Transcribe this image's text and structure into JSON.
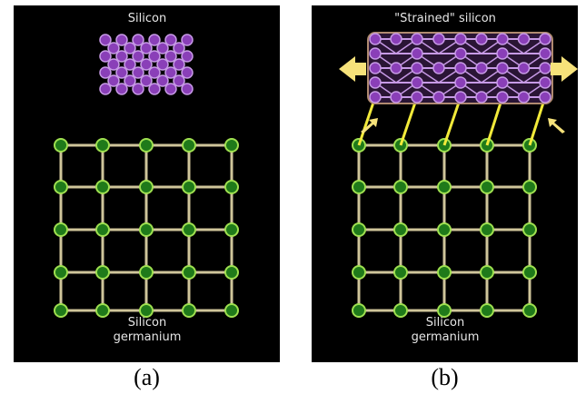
{
  "panel_a": {
    "top_label": "Silicon",
    "bottom_label_line1": "Silicon",
    "bottom_label_line2": "germanium",
    "caption": "(a)"
  },
  "panel_b": {
    "top_label": "\"Strained\" silicon",
    "bottom_label_line1": "Silicon",
    "bottom_label_line2": "germanium",
    "caption": "(b)"
  },
  "colors": {
    "background": "#000000",
    "silicon_atom": "#8a3fb8",
    "silicon_atom_edge": "#c79ae6",
    "sige_atom": "#1f7a1a",
    "sige_atom_edge": "#9fe050",
    "sige_bond": "#cfc59a",
    "strain_bond": "#f2ea3a",
    "arrow": "#f6e27a"
  }
}
